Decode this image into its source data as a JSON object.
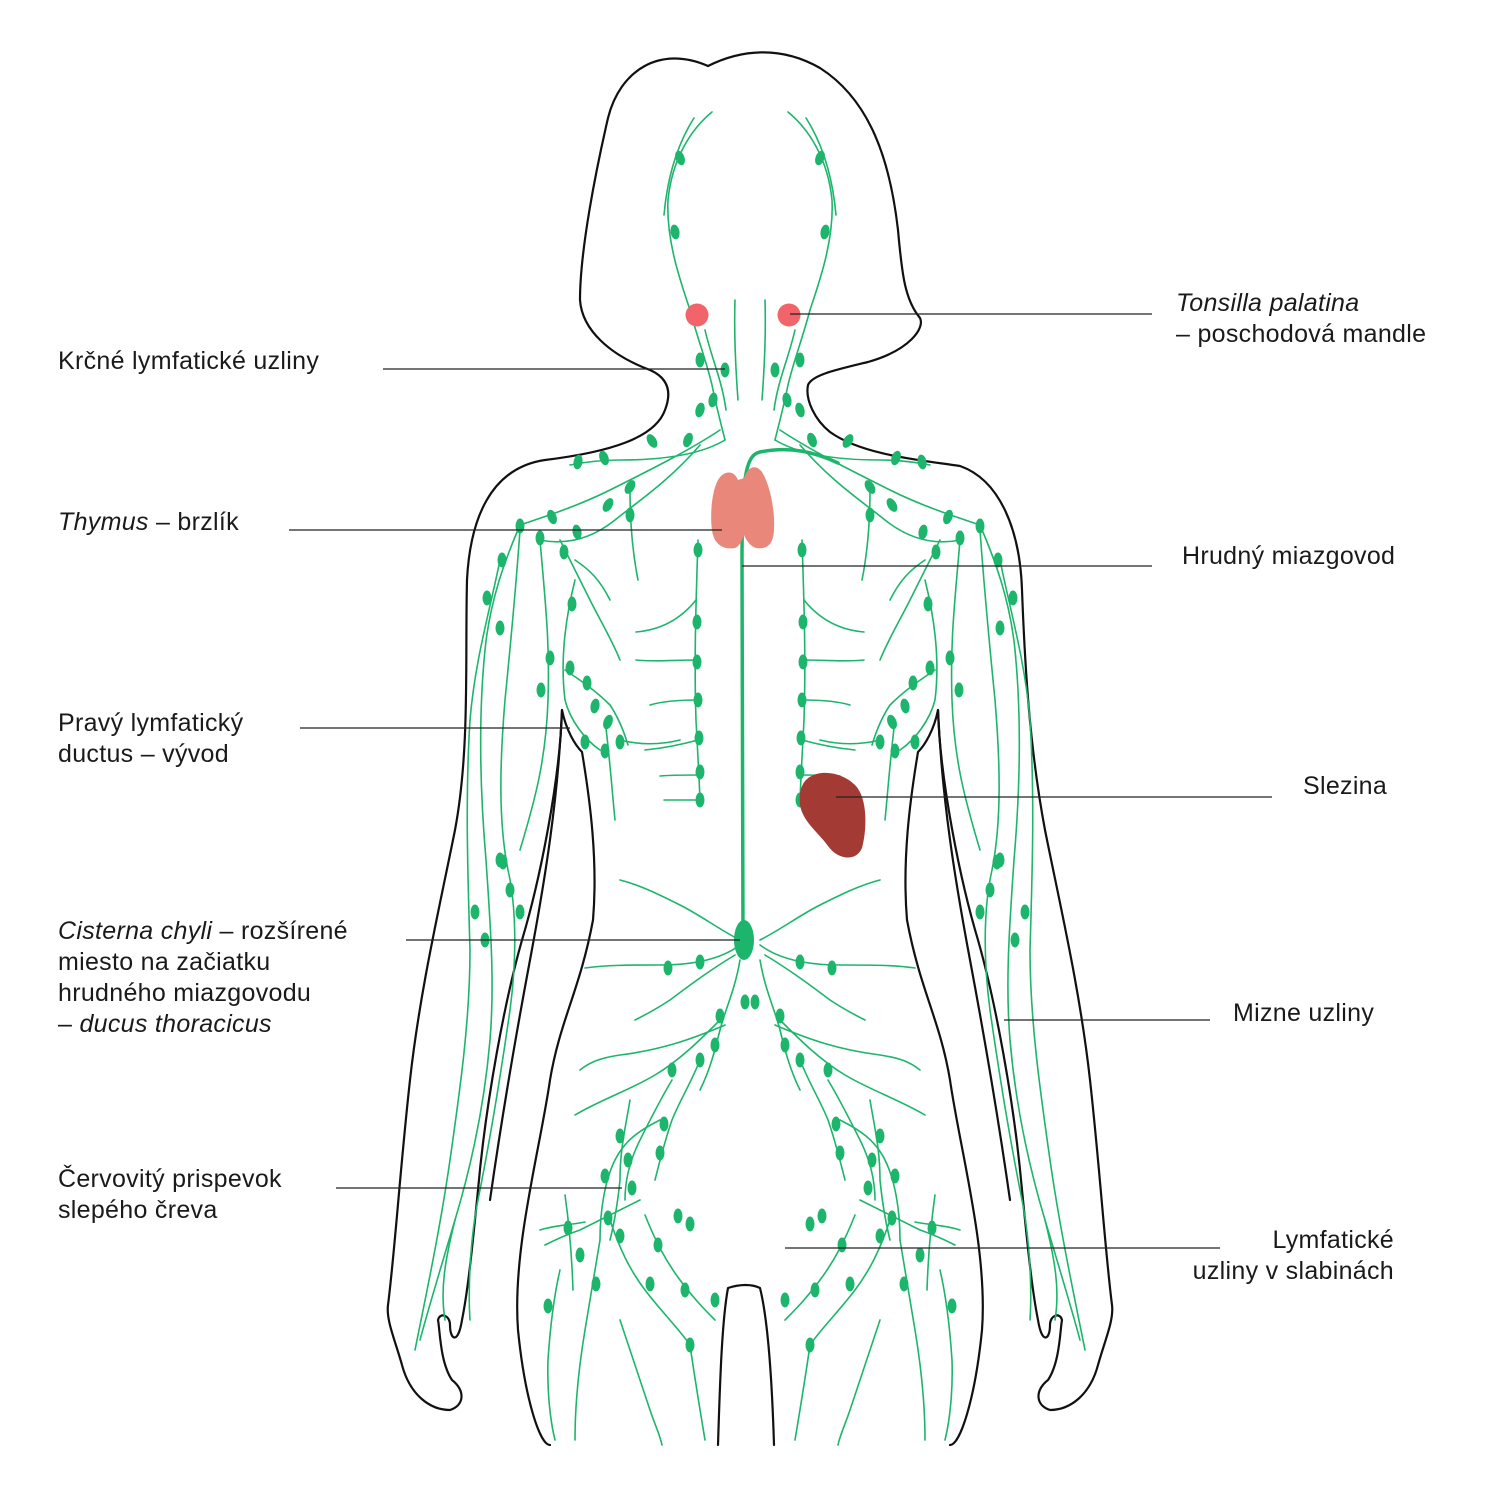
{
  "colors": {
    "outline": "#111111",
    "lymph": "#1db56c",
    "tonsil": "#f1646a",
    "thymus": "#e8877a",
    "spleen": "#a33a33",
    "leader": "#222222",
    "text": "#1a1a1a"
  },
  "labels": {
    "cervical": {
      "lines": [
        [
          {
            "t": "Krčné lymfatické uzliny"
          }
        ]
      ]
    },
    "thymus": {
      "lines": [
        [
          {
            "t": "Thymus",
            "i": true
          },
          {
            "t": " – brzlík"
          }
        ]
      ]
    },
    "right_duct": {
      "lines": [
        [
          {
            "t": "Pravý lymfatický"
          }
        ],
        [
          {
            "t": "ductus – vývod"
          }
        ]
      ]
    },
    "cisterna": {
      "lines": [
        [
          {
            "t": "Cisterna chyli",
            "i": true
          },
          {
            "t": " – rozšírené"
          }
        ],
        [
          {
            "t": "miesto na začiatku"
          }
        ],
        [
          {
            "t": "hrudného miazgovodu"
          }
        ],
        [
          {
            "t": "– "
          },
          {
            "t": "ducus thoracicus",
            "i": true
          }
        ]
      ]
    },
    "appendix": {
      "lines": [
        [
          {
            "t": "Červovitý prispevok"
          }
        ],
        [
          {
            "t": "slepého čreva"
          }
        ]
      ]
    },
    "tonsil": {
      "lines": [
        [
          {
            "t": "Tonsilla palatina",
            "i": true
          }
        ],
        [
          {
            "t": "– poschodová mandle"
          }
        ]
      ]
    },
    "thoracic_duct": {
      "lines": [
        [
          {
            "t": "Hrudný miazgovod"
          }
        ]
      ]
    },
    "spleen": {
      "lines": [
        [
          {
            "t": "Slezina"
          }
        ]
      ]
    },
    "lymph_nodes": {
      "lines": [
        [
          {
            "t": "Mizne uzliny"
          }
        ]
      ]
    },
    "inguinal": {
      "lines": [
        [
          {
            "t": "Lymfatické"
          }
        ],
        [
          {
            "t": "uzliny v slabinách"
          }
        ]
      ]
    }
  }
}
